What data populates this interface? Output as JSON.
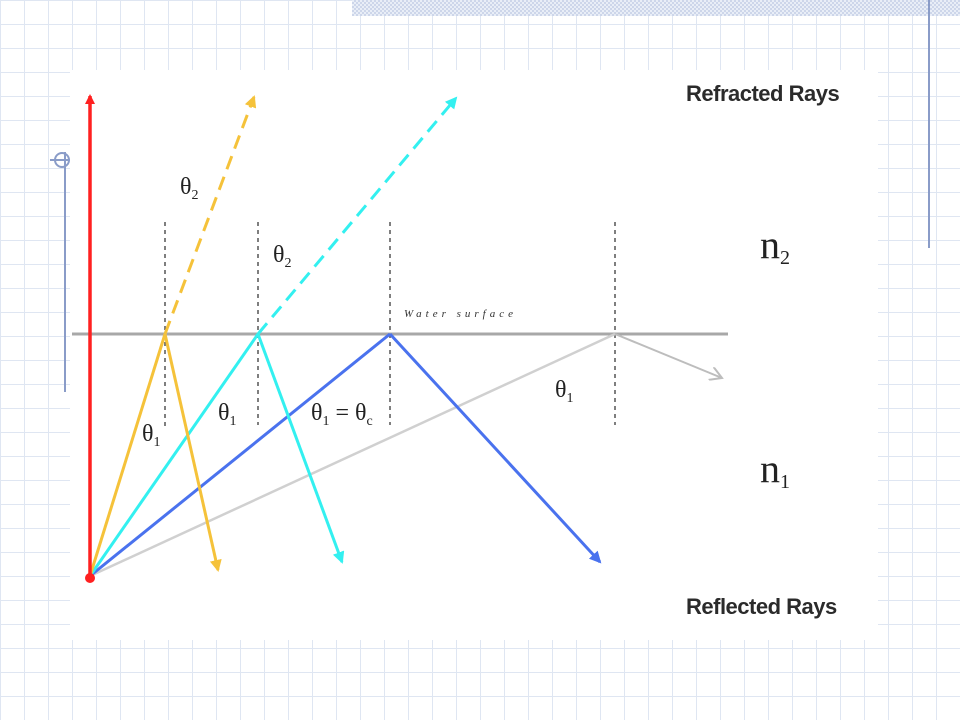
{
  "labels": {
    "refracted": "Refracted Rays",
    "reflected": "Reflected Rays",
    "water_surface": "Water surface"
  },
  "media": {
    "upper_symbol": "n",
    "upper_sub": "2",
    "lower_symbol": "n",
    "lower_sub": "1"
  },
  "angles": {
    "symbol": "θ",
    "refracted_sub": "2",
    "incident_sub": "1",
    "critical_equals": " = θ",
    "critical_sub": "c"
  },
  "colors": {
    "red": "#ff2020",
    "yellow": "#f5c23a",
    "cyan": "#33f0f0",
    "blue": "#4a72ee",
    "gray": "#cfcfcf",
    "surface": "#a8a8a8"
  }
}
